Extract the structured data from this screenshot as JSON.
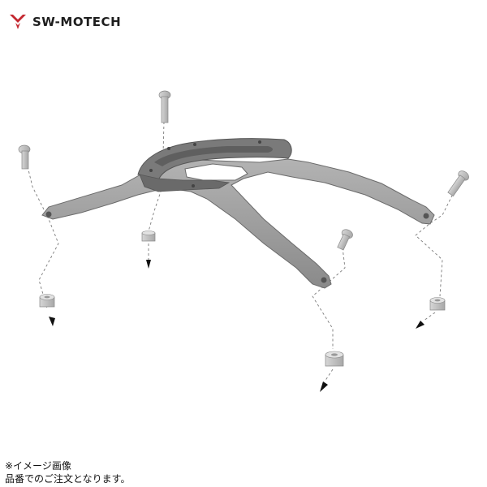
{
  "brand": {
    "logo_text": "SW-MOTECH",
    "accent_color": "#c4272f",
    "icon": "sw-motech-logo-icon"
  },
  "illustration": {
    "subject": "tank ring mounting bracket with bolts and spacers",
    "part_color": "#9a9a9a",
    "hardware_color": "#bdbdbd"
  },
  "notes": {
    "line1": "※イメージ画像",
    "line2": "品番でのご注文となります。"
  }
}
